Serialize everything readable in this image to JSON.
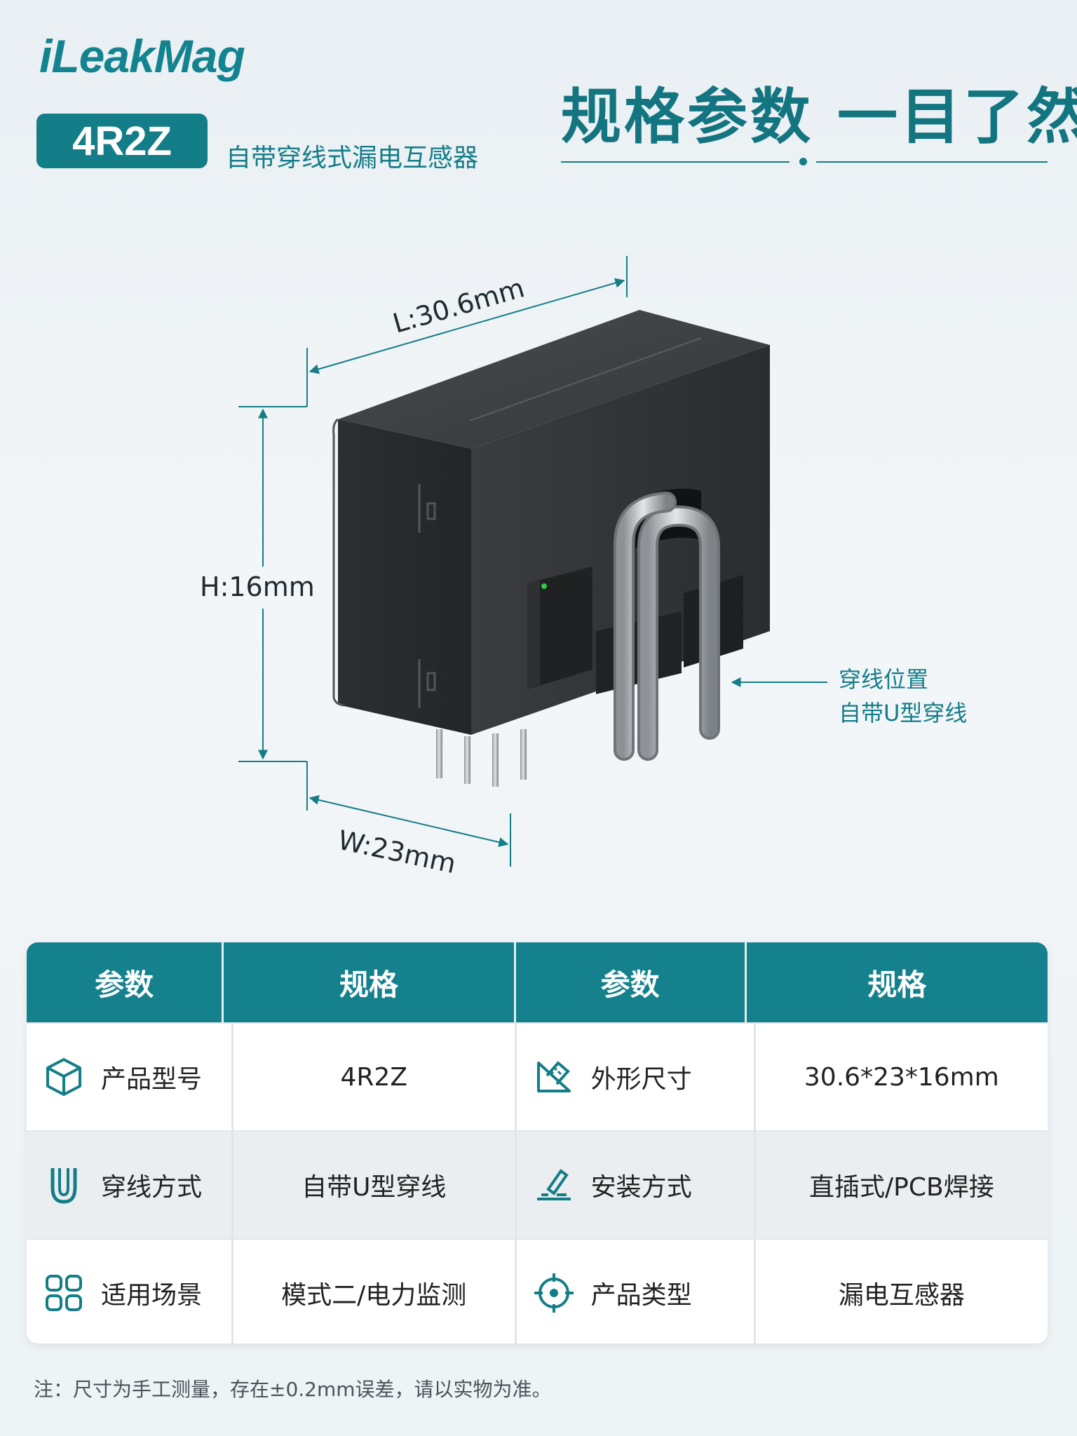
{
  "header": {
    "brand": "iLeakMag",
    "model_badge": "4R2Z",
    "subtitle": "自带穿线式漏电互感器",
    "hero_title": "规格参数 一目了然"
  },
  "product": {
    "dim_length": "L:30.6mm",
    "dim_height": "H:16mm",
    "dim_width": "W:23mm",
    "callout_line1": "穿线位置",
    "callout_line2": "自带U型穿线"
  },
  "colors": {
    "accent": "#137d88",
    "header_bg": "#14818c",
    "body_dark": "#2b2d2f"
  },
  "table": {
    "headers": [
      "参数",
      "规格",
      "参数",
      "规格"
    ],
    "rows": [
      {
        "left_icon": "cube-icon",
        "left_param": "产品型号",
        "left_value": "4R2Z",
        "right_icon": "ruler-square-icon",
        "right_param": "外形尺寸",
        "right_value": "30.6*23*16mm"
      },
      {
        "left_icon": "u-wire-icon",
        "left_param": "穿线方式",
        "left_value": "自带U型穿线",
        "right_icon": "solder-install-icon",
        "right_param": "安装方式",
        "right_value": "直插式/PCB焊接"
      },
      {
        "left_icon": "grid-four-icon",
        "left_param": "适用场景",
        "left_value": "模式二/电力监测",
        "right_icon": "target-icon",
        "right_param": "产品类型",
        "right_value": "漏电互感器"
      }
    ]
  },
  "note": "注：尺寸为手工测量，存在±0.2mm误差，请以实物为准。"
}
